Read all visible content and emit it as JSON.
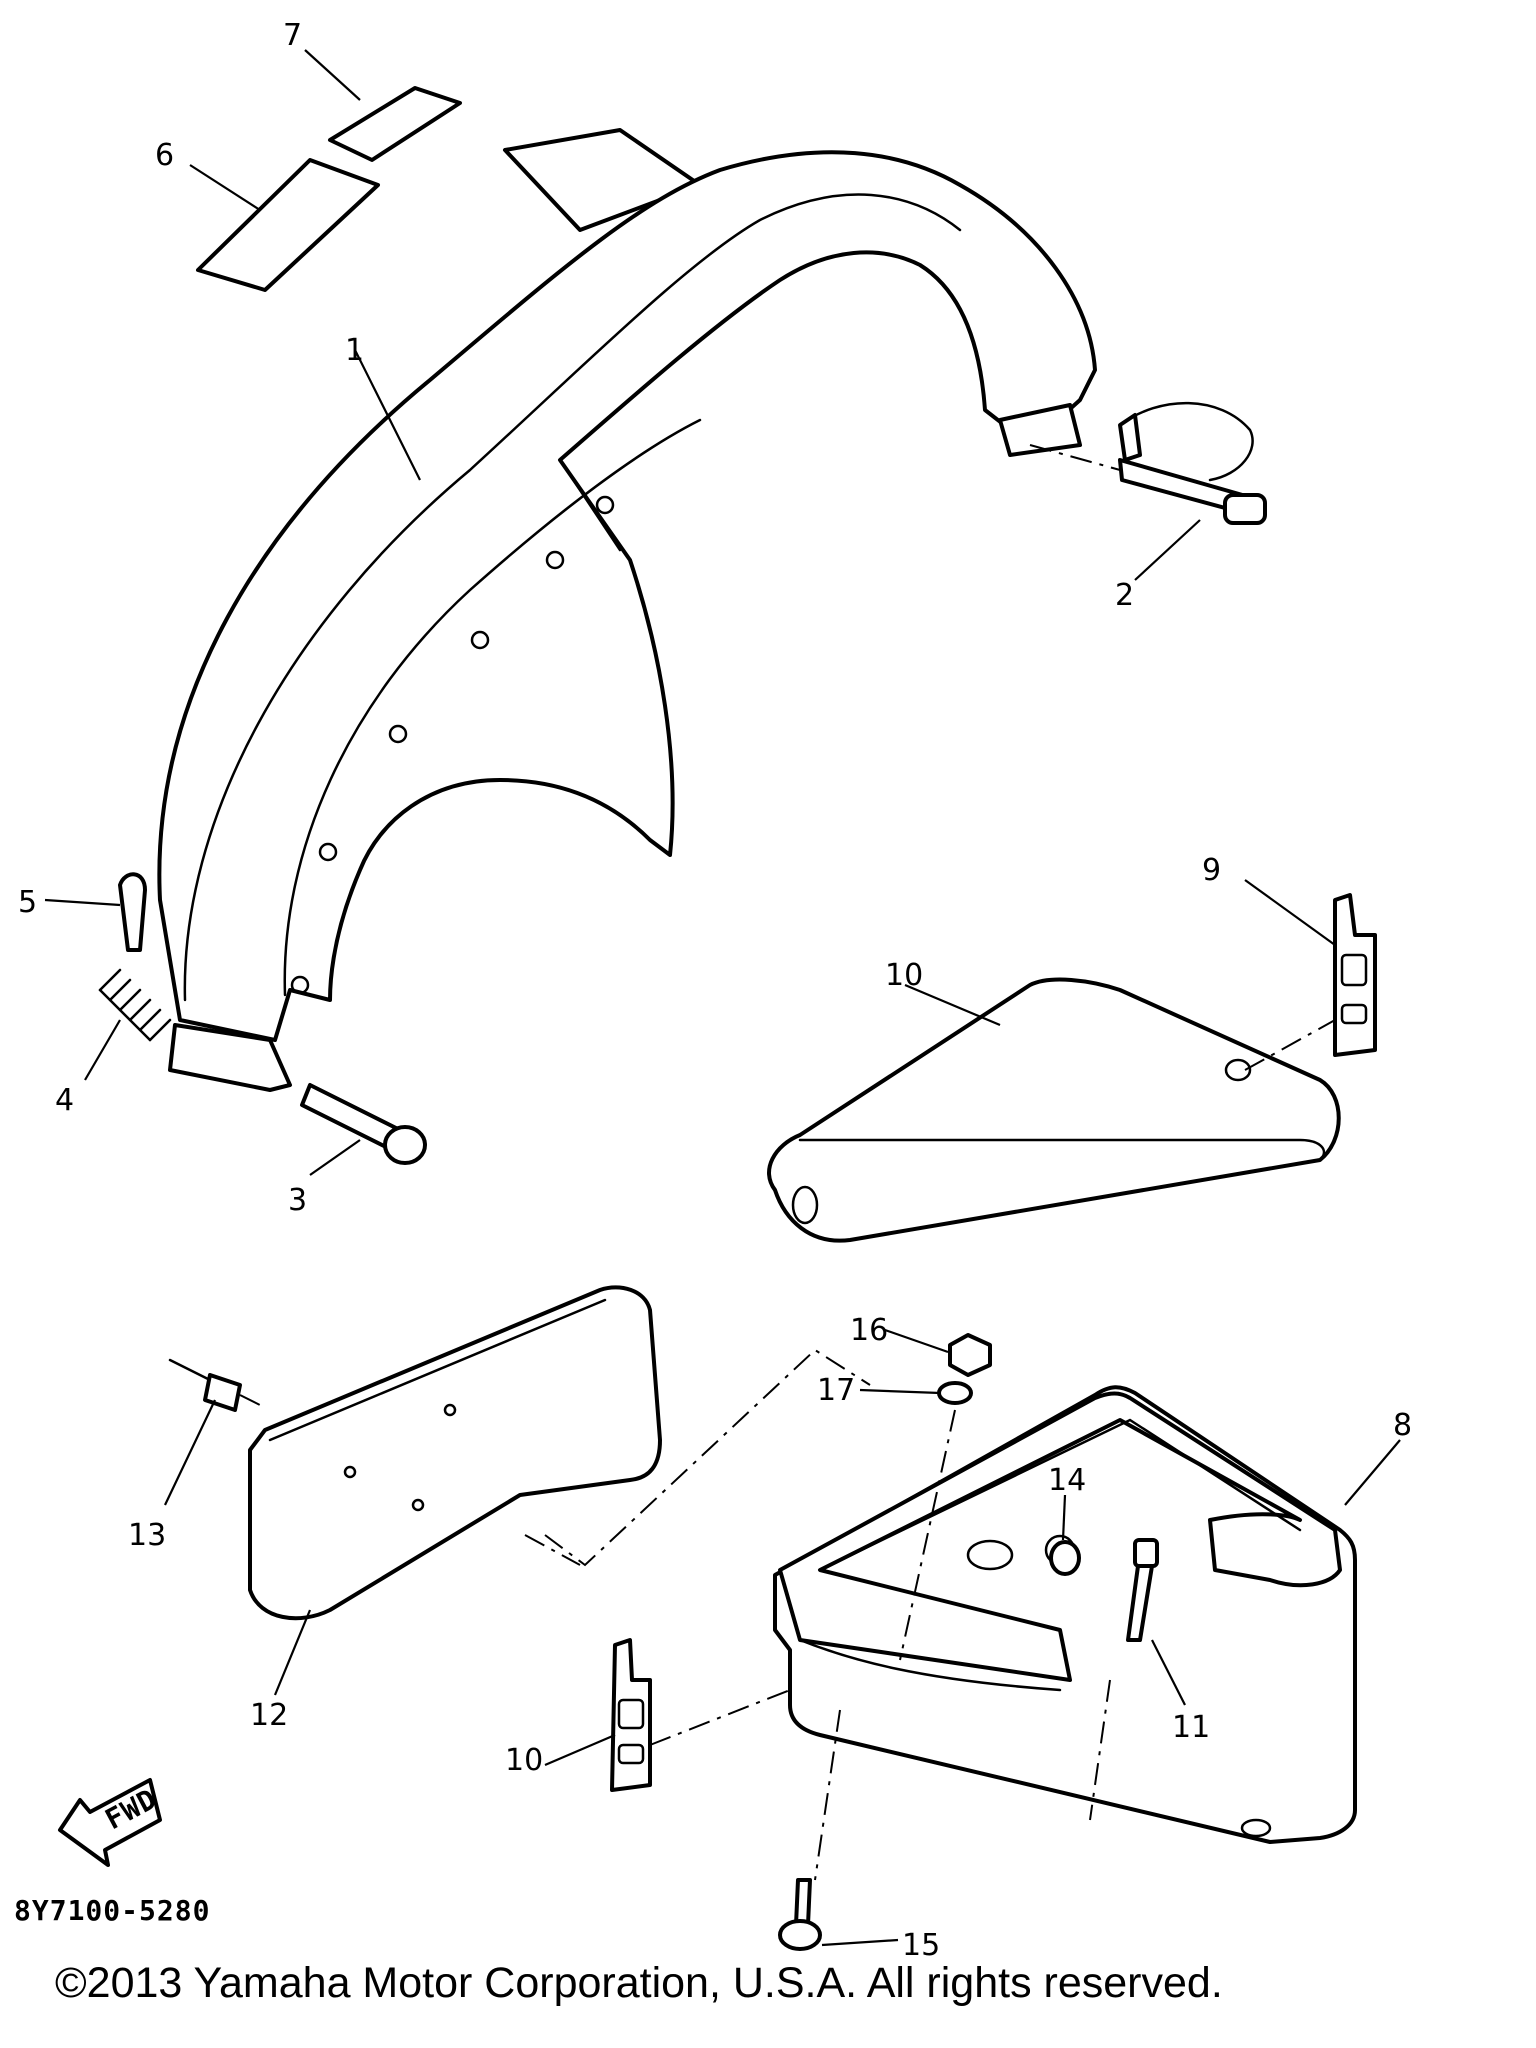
{
  "diagram": {
    "callouts": [
      "1",
      "2",
      "3",
      "4",
      "5",
      "6",
      "7",
      "8",
      "9",
      "10",
      "10",
      "11",
      "12",
      "13",
      "14",
      "15",
      "16",
      "17"
    ],
    "diagram_code": "8Y7100-5280",
    "fwd_arrow_label": "FWD",
    "copyright": "©2013 Yamaha Motor Corporation, U.S.A. All rights reserved."
  }
}
